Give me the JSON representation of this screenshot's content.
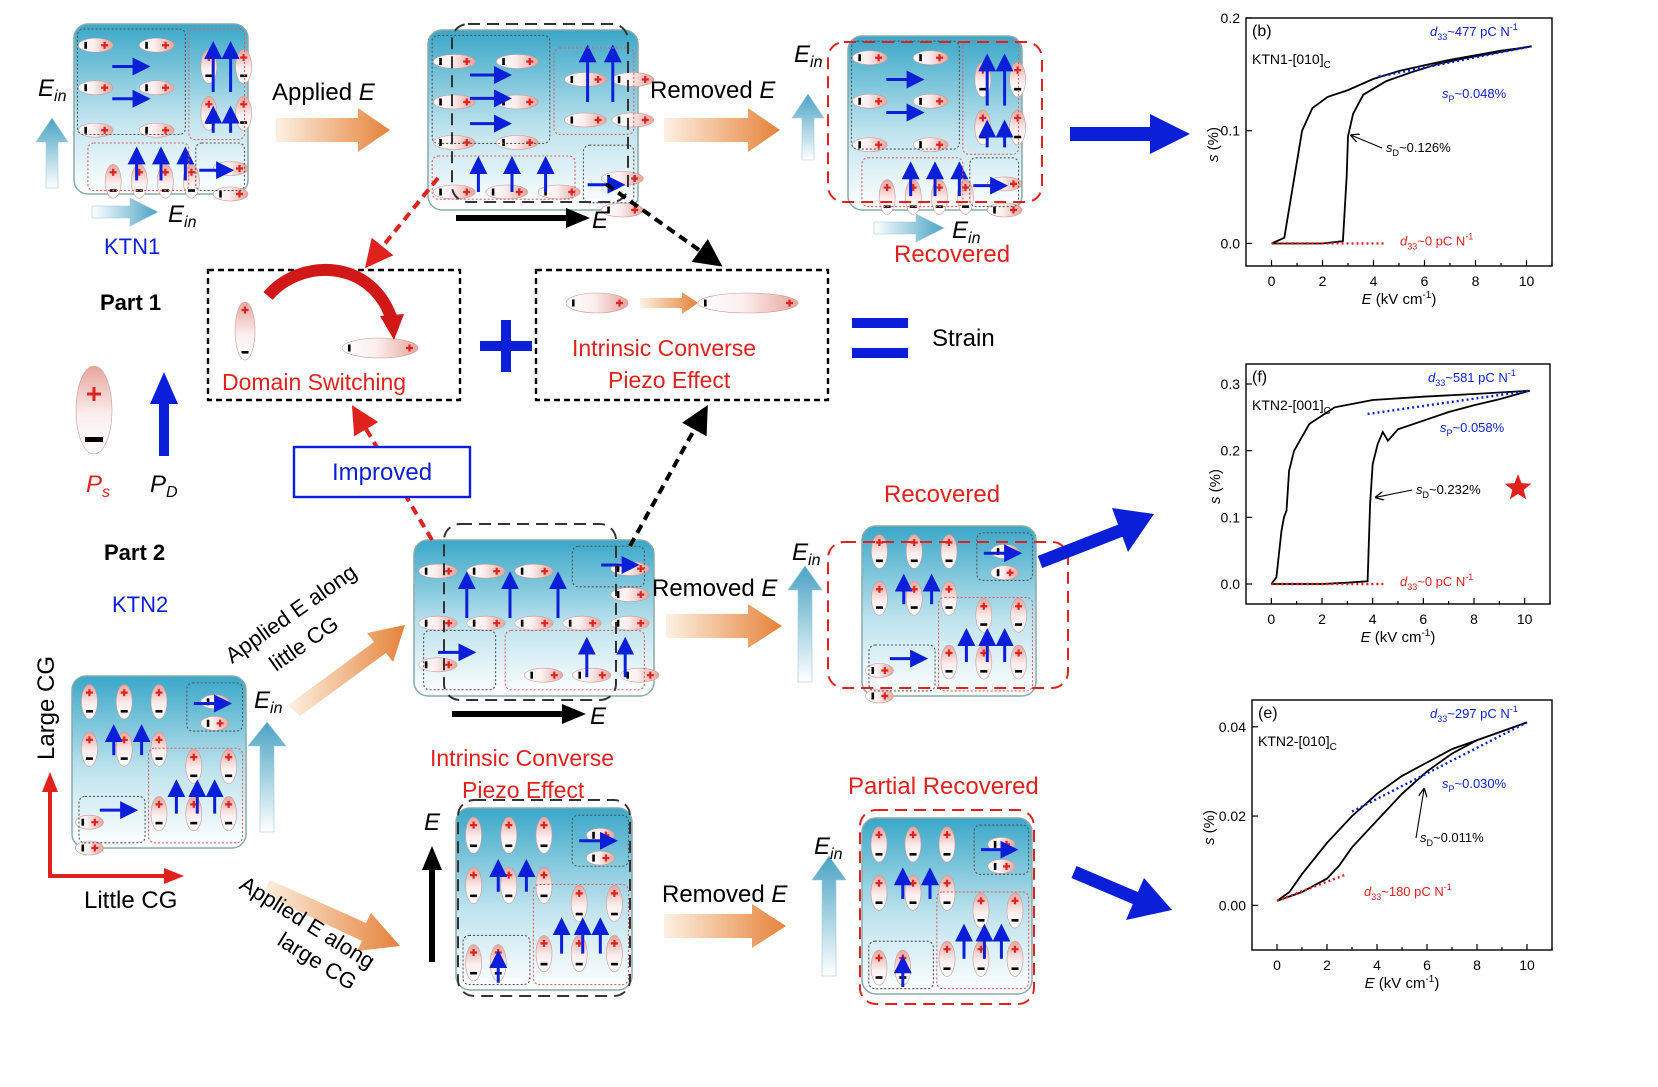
{
  "colors": {
    "blue": "#0b1fd9",
    "red": "#e0221f",
    "black": "#000000",
    "crystal_top": "#3fa9c9",
    "crystal_bottom": "#ffffff"
  },
  "legend": {
    "ps": "P",
    "ps_sub": "s",
    "pd": "P",
    "pd_sub": "D"
  },
  "labels": {
    "ein": "E",
    "ein_sub": "in",
    "e": "E",
    "ktn1": "KTN1",
    "ktn2": "KTN2",
    "part1": "Part 1",
    "part2": "Part 2",
    "applied_e": "Applied ",
    "removed_e": "Removed ",
    "recovered": "Recovered",
    "partial_recovered": "Partial Recovered",
    "domain_switching": "Domain Switching",
    "icpe_1": "Intrinsic Converse",
    "icpe_2": "Piezo Effect",
    "strain": "Strain",
    "improved": "Improved",
    "large_cg": "Large CG",
    "little_cg": "Little CG",
    "applied_little_1": "Applied E along",
    "applied_little_2": "little CG",
    "applied_large_1": "Applied E along",
    "applied_large_2": "large CG"
  },
  "chart_data": [
    {
      "type": "line",
      "panel": "(b)",
      "sample": "KTN1-[010]",
      "sample_sub": "C",
      "xlabel": "E (kV cm",
      "xlabel_sup": "-1",
      "xlabel_end": ")",
      "ylabel": "s (%)",
      "xlim": [
        -1,
        11
      ],
      "ylim": [
        -0.02,
        0.2
      ],
      "xticks": [
        "0",
        "2",
        "4",
        "6",
        "8",
        "10"
      ],
      "yticks": [
        "0.0",
        "0.1",
        "0.2"
      ],
      "ytick_values": [
        0,
        0.1,
        0.2
      ],
      "annotations": {
        "d33_high": "d",
        "d33_high_rest": "~477 pC N",
        "d33_low": "d",
        "d33_low_rest": "~0 pC N",
        "sp": "s",
        "sp_rest": "~0.048%",
        "sd": "s",
        "sd_rest": "~0.126%"
      },
      "series": [
        {
          "x": [
            0,
            0.5,
            1.2,
            1.6,
            2.2,
            3,
            4,
            5,
            6,
            7,
            8,
            9,
            10,
            10.2
          ],
          "y": [
            0,
            0.005,
            0.1,
            0.12,
            0.13,
            0.136,
            0.146,
            0.153,
            0.158,
            0.163,
            0.167,
            0.171,
            0.174,
            0.175
          ]
        },
        {
          "x": [
            0,
            1,
            2,
            2.8,
            2.95,
            3.0,
            3.2,
            3.6,
            4.5,
            5.5,
            6.5,
            7.5,
            8.5,
            9.5,
            10.2
          ],
          "y": [
            0,
            0,
            0,
            0.002,
            0.06,
            0.095,
            0.115,
            0.132,
            0.144,
            0.152,
            0.159,
            0.164,
            0.168,
            0.172,
            0.175
          ]
        }
      ],
      "fit_high": {
        "x": [
          4.2,
          10.2
        ],
        "y": [
          0.148,
          0.175
        ]
      },
      "fit_low": {
        "x": [
          0,
          4.5
        ],
        "y": [
          0,
          0
        ]
      }
    },
    {
      "type": "line",
      "panel": "(f)",
      "sample": "KTN2-[001]",
      "sample_sub": "C",
      "xlabel": "E (kV cm",
      "xlabel_sup": "-1",
      "xlabel_end": ")",
      "ylabel": "s (%)",
      "xlim": [
        -1,
        11
      ],
      "ylim": [
        -0.03,
        0.33
      ],
      "xticks": [
        "0",
        "2",
        "4",
        "6",
        "8",
        "10"
      ],
      "yticks": [
        "0.0",
        "0.1",
        "0.2",
        "0.3"
      ],
      "ytick_values": [
        0,
        0.1,
        0.2,
        0.3
      ],
      "annotations": {
        "d33_high": "d",
        "d33_high_rest": "~581 pC N",
        "d33_low": "d",
        "d33_low_rest": "~0 pC N",
        "sp": "s",
        "sp_rest": "~0.058%",
        "sd": "s",
        "sd_rest": "~0.232%"
      },
      "series": [
        {
          "x": [
            0,
            0.2,
            0.4,
            0.5,
            0.6,
            0.7,
            0.9,
            1.5,
            2.5,
            4,
            6,
            8,
            10.2
          ],
          "y": [
            0,
            0.01,
            0.08,
            0.1,
            0.11,
            0.17,
            0.2,
            0.24,
            0.265,
            0.276,
            0.281,
            0.285,
            0.29
          ]
        },
        {
          "x": [
            0,
            1,
            2,
            3,
            3.8,
            3.9,
            4.0,
            4.2,
            4.4,
            4.6,
            5,
            6,
            7,
            8,
            9,
            10.2
          ],
          "y": [
            0,
            0,
            0,
            0.002,
            0.004,
            0.12,
            0.18,
            0.21,
            0.228,
            0.215,
            0.232,
            0.245,
            0.258,
            0.268,
            0.277,
            0.29
          ]
        }
      ],
      "fit_high": {
        "x": [
          3.8,
          10.2
        ],
        "y": [
          0.255,
          0.29
        ]
      },
      "fit_low": {
        "x": [
          0,
          4.5
        ],
        "y": [
          0,
          0
        ]
      }
    },
    {
      "type": "line",
      "panel": "(e)",
      "sample": "KTN2-[010]",
      "sample_sub": "C",
      "xlabel": "E (kV cm",
      "xlabel_sup": "-1",
      "xlabel_end": ")",
      "ylabel": "s (%)",
      "xlim": [
        -1,
        11
      ],
      "ylim": [
        -0.01,
        0.046
      ],
      "xticks": [
        "0",
        "2",
        "4",
        "6",
        "8",
        "10"
      ],
      "yticks": [
        "0.00",
        "0.02",
        "0.04"
      ],
      "ytick_values": [
        0,
        0.02,
        0.04
      ],
      "annotations": {
        "d33_high": "d",
        "d33_high_rest": "~297 pC N",
        "d33_low": "d",
        "d33_low_rest": "~180 pC N",
        "sp": "s",
        "sp_rest": "~0.030%",
        "sd": "s",
        "sd_rest": "~0.011%"
      },
      "series": [
        {
          "x": [
            0,
            0.5,
            1,
            2,
            3,
            4,
            5,
            6,
            7,
            8,
            9,
            10
          ],
          "y": [
            0.001,
            0.003,
            0.007,
            0.014,
            0.02,
            0.025,
            0.029,
            0.032,
            0.035,
            0.037,
            0.039,
            0.041
          ]
        },
        {
          "x": [
            0,
            1,
            2,
            2.5,
            3,
            4,
            5,
            6,
            7,
            8,
            9,
            10
          ],
          "y": [
            0.001,
            0.003,
            0.006,
            0.009,
            0.013,
            0.019,
            0.025,
            0.03,
            0.034,
            0.037,
            0.039,
            0.041
          ]
        }
      ],
      "fit_high": {
        "x": [
          3,
          10
        ],
        "y": [
          0.021,
          0.041
        ]
      },
      "fit_low": {
        "x": [
          0,
          2.8
        ],
        "y": [
          0.001,
          0.007
        ]
      }
    }
  ]
}
